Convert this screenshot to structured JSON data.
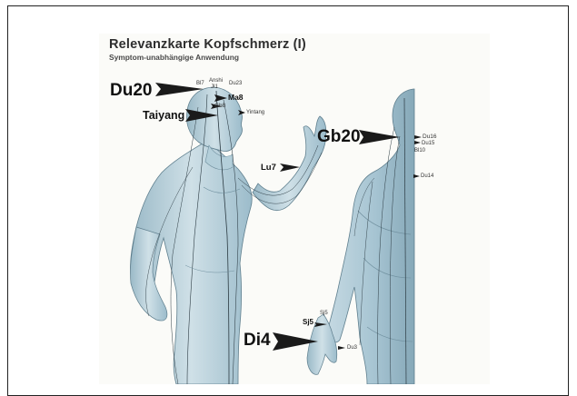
{
  "title": "Relevanzkarte Kopfschmerz (I)",
  "subtitle": "Symptom-unabhängige Anwendung",
  "points": {
    "du20": "Du20",
    "taiyang": "Taiyang",
    "gb20": "Gb20",
    "lu7": "Lu7",
    "di4": "Di4",
    "sj5": "Sj5",
    "sj_small": "Sj5",
    "bl7": "Bl7",
    "anshi": "Anshi",
    "ji1": "JI1",
    "du23": "Du23",
    "ma8": "Ma8",
    "gb8": "Gb8",
    "yintang": "Yintang",
    "du16": "Du16",
    "du15": "Du15",
    "bl10": "Bl10",
    "du14": "Du14",
    "du3": "Du3"
  },
  "colors": {
    "skin": "#a9c7d4",
    "skin_light": "#cfe0e7",
    "skin_dark": "#7fa3b3",
    "meridian": "#2b3a42",
    "arrow": "#1a1a1a"
  }
}
